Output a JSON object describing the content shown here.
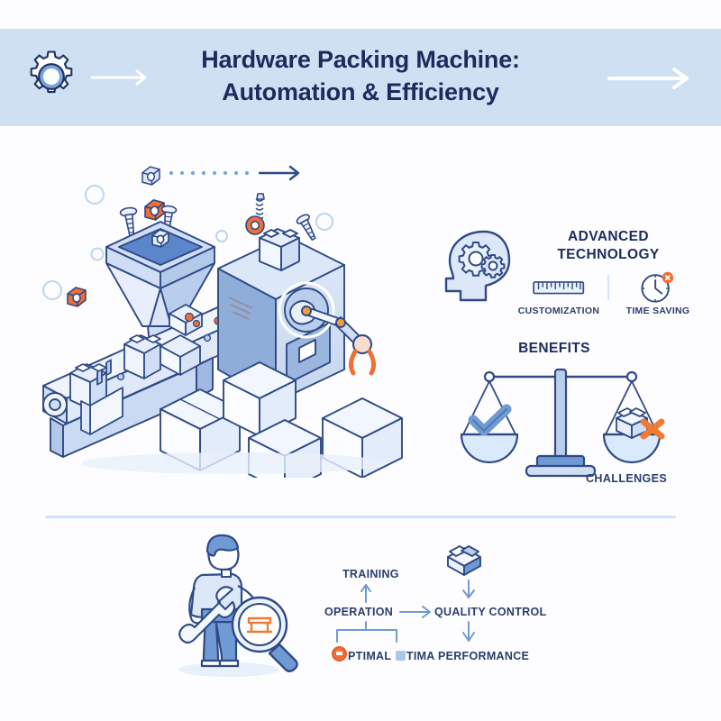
{
  "page": {
    "background": "#fdfdff",
    "accent_blue": "#5b86c9",
    "dark_navy": "#1b2b5e",
    "accent_orange": "#ee7036",
    "band_blue": "#cfe0f3"
  },
  "header": {
    "title_line1": "Hardware Packing Machine:",
    "title_line2": "Automation & Efficiency",
    "gear_icon": "gear-icon",
    "left_arrow_icon": "arrow-right-icon",
    "right_arrow_icon": "arrow-right-icon"
  },
  "illustration": {
    "name": "isometric-packing-machine",
    "elements": [
      "hopper-funnel",
      "conveyor-belt",
      "machine-body",
      "robotic-arm",
      "packing-bags",
      "cardboard-boxes",
      "hex-nuts",
      "screws",
      "washers",
      "flow-arrow"
    ]
  },
  "technology": {
    "label_line1": "ADVANCED",
    "label_line2": "TECHNOLOGY",
    "head_icon": "head-with-gears-icon",
    "items": [
      {
        "label": "CUSTOMIZATION",
        "icon": "ruler-icon"
      },
      {
        "label": "TIME SAVING",
        "icon": "clock-icon"
      }
    ]
  },
  "benefits": {
    "title": "BENEFITS",
    "challenges_label": "CHALLENGES",
    "scale_icon": "balance-scale-icon",
    "left_pan_icon": "checkmark-icon",
    "right_pan_icon": "open-box-icon",
    "right_pan_badge": "x-mark-icon"
  },
  "bottom": {
    "worker_icon": "technician-with-magnifier-icon",
    "flow": {
      "training": "TRAINING",
      "operation": "OPERATION",
      "quality_control": "QUALITY CONTROL",
      "box_icon": "open-box-icon",
      "outcome_prefix": "PTIMAL",
      "outcome_suffix": "TIMA PERFORMANCE"
    }
  }
}
